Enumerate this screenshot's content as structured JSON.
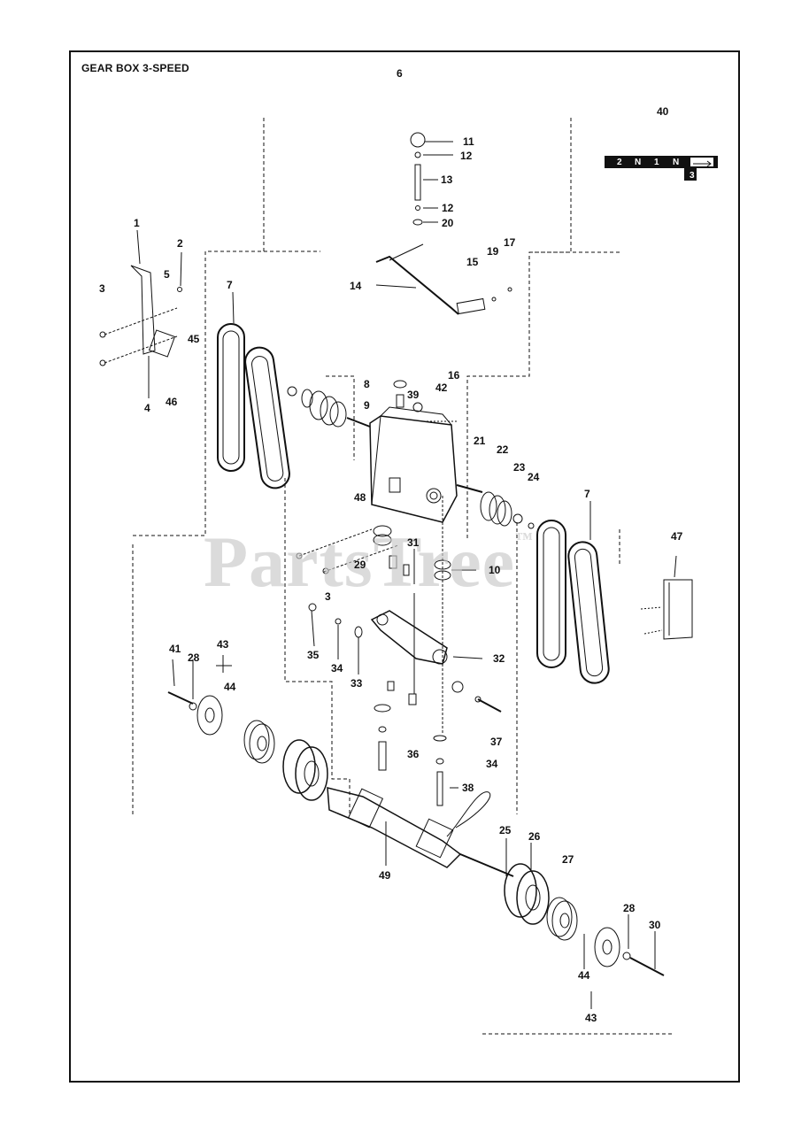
{
  "title": "GEAR BOX 3-SPEED",
  "page_number": "6",
  "watermark": "PartsTree",
  "shift_plate": {
    "gears": [
      "2",
      "N",
      "1",
      "N"
    ],
    "lower_gear": "3"
  },
  "callouts": [
    "11",
    "12",
    "13",
    "12",
    "20",
    "1",
    "2",
    "5",
    "3",
    "45",
    "4",
    "46",
    "40",
    "17",
    "19",
    "15",
    "14",
    "7",
    "16",
    "8",
    "42",
    "39",
    "9",
    "21",
    "22",
    "23",
    "24",
    "7",
    "48",
    "31",
    "29",
    "10",
    "47",
    "3",
    "43",
    "41",
    "28",
    "44",
    "35",
    "34",
    "33",
    "32",
    "37",
    "36",
    "34",
    "38",
    "25",
    "26",
    "27",
    "49",
    "28",
    "30",
    "44",
    "43"
  ]
}
